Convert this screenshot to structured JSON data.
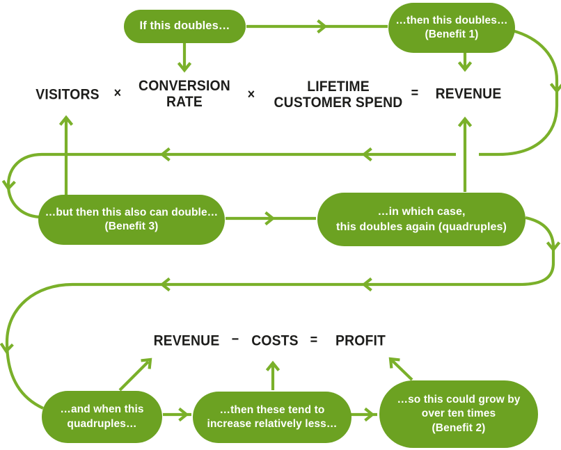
{
  "colors": {
    "pill_fill": "#6ca222",
    "line_color": "#7ab02a",
    "formula_text": "#1d1d1b",
    "pill_text": "#ffffff",
    "background": "#ffffff"
  },
  "pills": {
    "if_doubles": {
      "line1": "If this doubles…"
    },
    "benefit1": {
      "line1": "…then this doubles…",
      "line2": "(Benefit 1)"
    },
    "benefit3": {
      "line1": "…but then this also can double…",
      "line2": "(Benefit 3)"
    },
    "quadruples": {
      "line1": "…in which case,",
      "line2": "this doubles again (quadruples)"
    },
    "when_quadruples": {
      "line1": "…and when this",
      "line2": "quadruples…"
    },
    "increase_less": {
      "line1": "…then these tend to",
      "line2": "increase relatively less…"
    },
    "benefit2": {
      "line1": "…so this could grow by",
      "line2": "over ten times",
      "line3": "(Benefit 2)"
    }
  },
  "formulas": {
    "top": {
      "visitors": "VISITORS",
      "times1": "×",
      "conversion_line1": "CONVERSION",
      "conversion_line2": "RATE",
      "times2": "×",
      "lifetime_line1": "LIFETIME",
      "lifetime_line2": "CUSTOMER SPEND",
      "equals": "=",
      "revenue": "REVENUE"
    },
    "bottom": {
      "revenue": "REVENUE",
      "minus": "−",
      "costs": "COSTS",
      "equals": "=",
      "profit": "PROFIT"
    }
  }
}
